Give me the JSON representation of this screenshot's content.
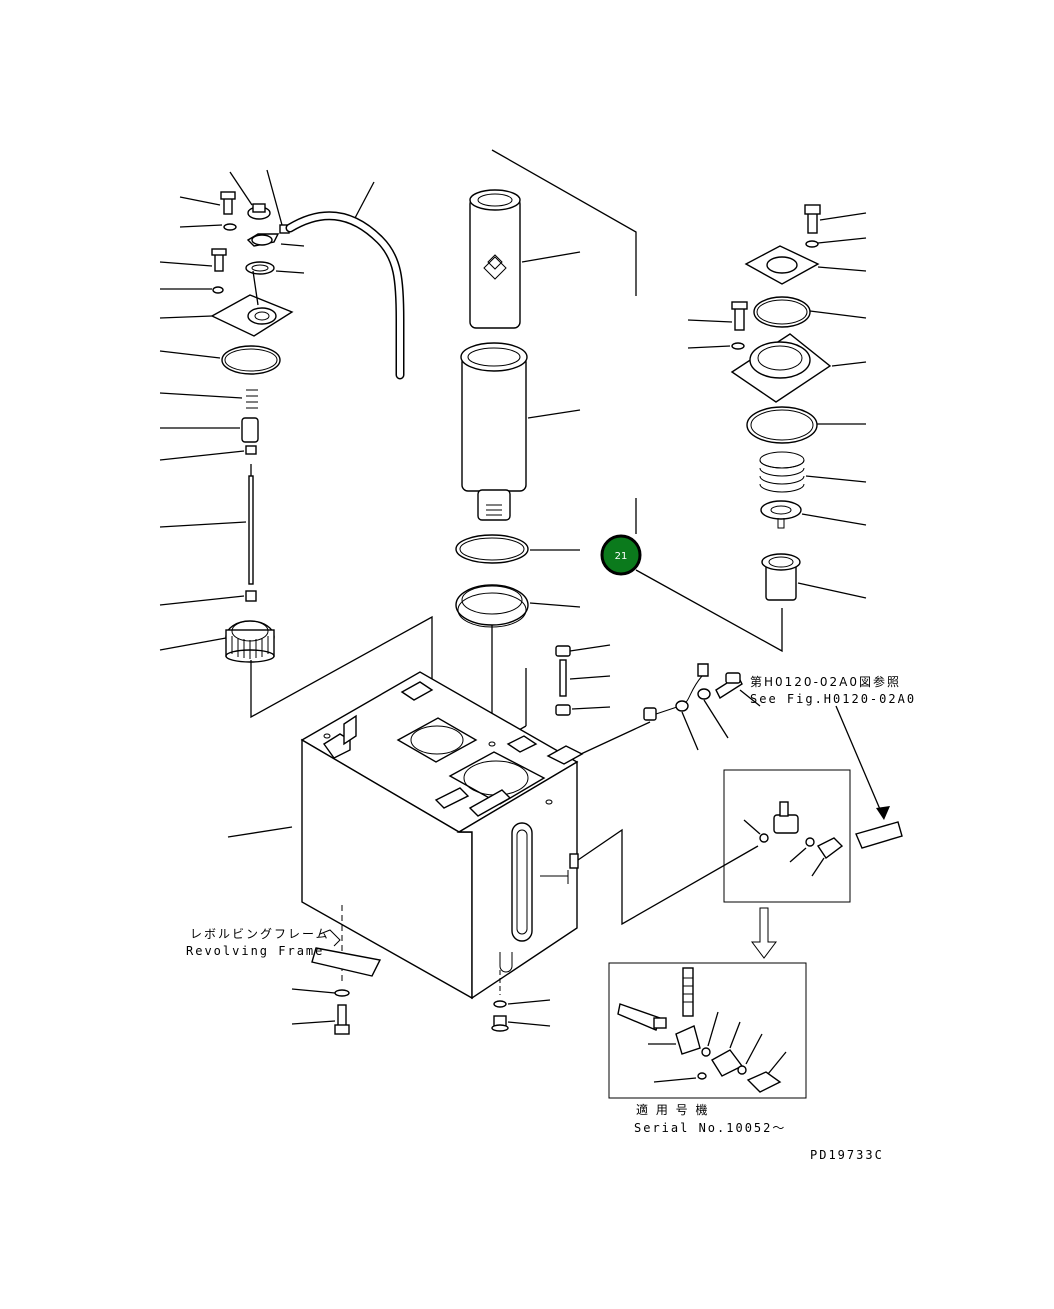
{
  "callout": {
    "number": "21",
    "color": "#0b7a1c"
  },
  "ref_note": {
    "jp": "第H0120-02A0図参照",
    "en": "See Fig.H0120-02A0"
  },
  "frame_note": {
    "jp": "レボルビングフレーム",
    "en": "Revolving Frame"
  },
  "serial_note": {
    "jp": "適 用 号 機",
    "en": "Serial No.10052～"
  },
  "drawing_code": "PD19733C"
}
